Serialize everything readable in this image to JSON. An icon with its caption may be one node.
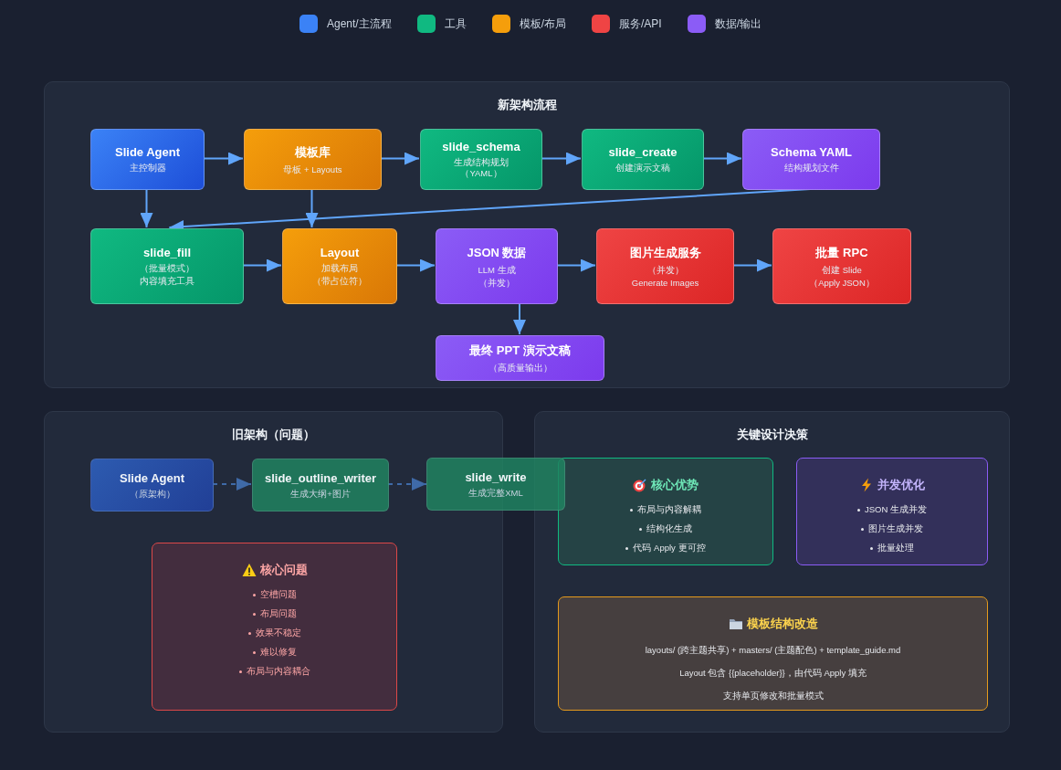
{
  "diagram": {
    "nodes": [
      {
        "text": [
          "新架构流程"
        ]
      },
      {
        "text": [
          "Slide Agent",
          "主控制器"
        ],
        "in": 0
      },
      {
        "text": [
          "模板库",
          "母板 + Layouts"
        ],
        "in": 0
      },
      {
        "text": [
          "slide_schema",
          "生成结构规划（YAML）"
        ],
        "in": 0
      },
      {
        "text": [
          "slide_create",
          "创建演示文稿"
        ],
        "in": 0
      },
      {
        "text": [
          "Schema YAML",
          "结构规划文件"
        ],
        "in": 0
      },
      {
        "text": [
          "slide_fill",
          "（批量模式）",
          "内容填充工具"
        ],
        "in": 0
      },
      {
        "text": [
          "Layout",
          "加载布局",
          "（带占位符）"
        ],
        "in": 0
      },
      {
        "text": [
          "JSON 数据",
          "LLM 生成",
          "（并发）"
        ],
        "in": 0
      },
      {
        "text": [
          "图片生成服务",
          "（并发）",
          "Generate Images"
        ],
        "in": 0
      },
      {
        "text": [
          "批量 RPC",
          "创建 Slide",
          "（Apply JSON）"
        ],
        "in": 0
      },
      {
        "text": [
          "最终 PPT 演示文稿",
          "（高质量输出）"
        ],
        "in": 0
      },
      {
        "text": [
          "旧架构（问题）"
        ]
      },
      {
        "text": [
          "Slide Agent",
          "（原架构）"
        ],
        "in": 12
      },
      {
        "text": [
          "slide_outline_writer",
          "生成大纲+图片"
        ],
        "in": 12
      },
      {
        "text": [
          "slide_write",
          "生成完整XML"
        ]
      },
      {
        "text": [
          "核心问题",
          "空槽问题",
          "布局问题",
          "效果不稳定",
          "难以修复",
          "布局与内容耦合"
        ],
        "in": 12
      },
      {
        "text": [
          "关键设计决策"
        ]
      },
      {
        "text": [
          "核心优势",
          "布局与内容解耦",
          "结构化生成",
          "代码 Apply 更可控"
        ],
        "in": 17
      },
      {
        "text": [
          "并发优化",
          "JSON 生成并发",
          "图片生成并发",
          "批量处理"
        ],
        "in": 17
      },
      {
        "text": [
          "模板结构改造",
          "layouts/ (跨主题共享) + masters/ (主题配色) + template_guide.md",
          "Layout 包含 {{placeholder}}，由代码 Apply 填充",
          "支持单页修改和批量模式"
        ],
        "in": 17
      }
    ],
    "edges": [
      {
        "from": 1,
        "to": 2,
        "arrow": "to"
      },
      {
        "from": 2,
        "to": 3,
        "arrow": "to"
      },
      {
        "from": 3,
        "to": 4,
        "arrow": "to"
      },
      {
        "from": 4,
        "to": 5,
        "arrow": "to"
      },
      {
        "from": 1,
        "to": 6,
        "arrow": "to"
      },
      {
        "from": 2,
        "to": 7,
        "arrow": "to"
      },
      {
        "from": 5,
        "to": 6,
        "arrow": "to"
      },
      {
        "from": 6,
        "to": 7,
        "arrow": "to"
      },
      {
        "from": 7,
        "to": 8,
        "arrow": "to"
      },
      {
        "from": 8,
        "to": 9,
        "arrow": "to"
      },
      {
        "from": 9,
        "to": 10,
        "arrow": "to"
      },
      {
        "from": 8,
        "to": 11,
        "arrow": "to"
      },
      {
        "from": 13,
        "to": 14,
        "arrow": "to",
        "style": "dashed",
        "color": "#3f6aa8"
      },
      {
        "from": 14,
        "to": 15,
        "arrow": "to",
        "style": "dashed",
        "color": "#3f6aa8"
      }
    ],
    "legend": [
      {
        "text": "Agent/主流程",
        "color": "#3b82f6"
      },
      {
        "text": "工具",
        "color": "#10b981"
      },
      {
        "text": "模板/布局",
        "color": "#f59e0b"
      },
      {
        "text": "服务/API",
        "color": "#ef4444"
      },
      {
        "text": "数据/输出",
        "color": "#8b5cf6"
      }
    ]
  }
}
